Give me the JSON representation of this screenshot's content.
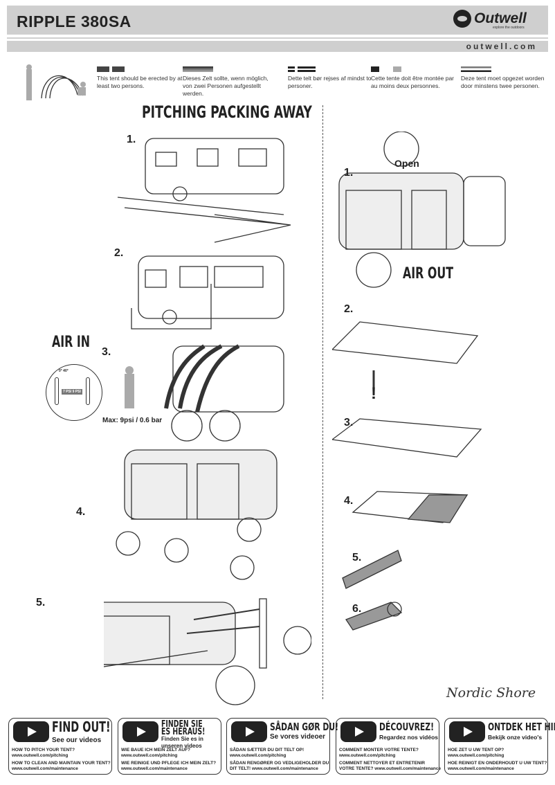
{
  "header": {
    "title": "RIPPLE 380SA",
    "brand": "Outwell",
    "tagline": "explore the outdoors",
    "website": "outwell.com"
  },
  "languages": [
    {
      "flag": "uk",
      "text": "This tent should be erected by at least two persons."
    },
    {
      "flag": "de",
      "text": "Dieses Zelt sollte, wenn möglich, von zwei Personen aufgestellt werden."
    },
    {
      "flag": "dk",
      "text": "Dette telt bør rejses af mindst to personer."
    },
    {
      "flag": "fr",
      "text": "Cette tente doit être montée par au moins deux personnes."
    },
    {
      "flag": "nl",
      "text": "Deze tent moet opgezet worden door minstens twee personen."
    }
  ],
  "pitching": {
    "title": "PITCHING PACKING AWAY",
    "air_in": "AIR IN",
    "steps": [
      "1.",
      "2.",
      "3.",
      "4.",
      "5."
    ],
    "temp_label": "0° 40°",
    "psi_low": "7 PSI",
    "psi_high": "9 PSI",
    "max_pressure": "Max: 9psi / 0.6 bar"
  },
  "packing": {
    "open_label": "Open",
    "air_out": "AIR OUT",
    "steps": [
      "1.",
      "2.",
      "3.",
      "4.",
      "5.",
      "6."
    ],
    "warning": "!"
  },
  "series_logo": "Nordic Shore",
  "video_boxes": [
    {
      "heading": "FIND OUT!",
      "sub": "See our videos",
      "q1": "HOW TO PITCH YOUR TENT?",
      "u1": "www.outwell.com/pitching",
      "q2": "HOW TO CLEAN AND MAINTAIN YOUR TENT?",
      "u2": "www.outwell.com/maintenance"
    },
    {
      "heading": "FINDEN SIE ES HERAUS!",
      "sub": "Finden Sie es in unseren videos",
      "q1": "WIE BAUE ICH MEIN ZELT AUF?",
      "u1": "www.outwell.com/pitching",
      "q2": "WIE REINIGE UND PFLEGE ICH MEIN ZELT?",
      "u2": "www.outwell.com/maintenance"
    },
    {
      "heading": "SÅDAN GØR DU!",
      "sub": "Se vores videoer",
      "q1": "SÅDAN SÆTTER DU DIT TELT OP!",
      "u1": "www.outwell.com/pitching",
      "q2": "SÅDAN RENGØRER OG VEDLIGEHOLDER DU",
      "u2": "DIT TELT! www.outwell.com/maintenance"
    },
    {
      "heading": "DÉCOUVREZ!",
      "sub": "Regardez nos vidéos",
      "q1": "COMMENT MONTER VOTRE TENTE?",
      "u1": "www.outwell.com/pitching",
      "q2": "COMMENT NETTOYER ET ENTRETENIR",
      "u2": "VOTRE TENTE? www.outwell.com/maintenance"
    },
    {
      "heading": "ONTDEK HET HIER!",
      "sub": "Bekijk onze video's",
      "q1": "HOE ZET U UW TENT OP?",
      "u1": "www.outwell.com/pitching",
      "q2": "HOE REINIGT EN ONDERHOUDT U UW TENT?",
      "u2": "www.outwell.com/maintenance"
    }
  ]
}
